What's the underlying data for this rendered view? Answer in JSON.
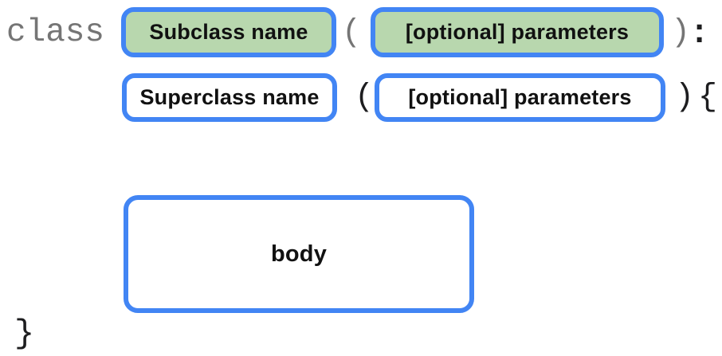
{
  "colors": {
    "accent_blue": "#4285f4",
    "green_fill": "#b8d7ae",
    "code_gray": "#757575",
    "text_black": "#1d1d1f"
  },
  "diagram": {
    "line1": {
      "keyword": "class",
      "subclass_box_label": "Subclass name",
      "open_paren": "(",
      "params_box_label": "[optional] parameters",
      "close_paren": ")",
      "colon": ":"
    },
    "line2": {
      "superclass_box_label": "Superclass name",
      "open_paren": "(",
      "params_box_label": "[optional] parameters",
      "close_paren": ")",
      "open_brace": "{"
    },
    "body_box_label": "body",
    "close_brace": "}"
  }
}
